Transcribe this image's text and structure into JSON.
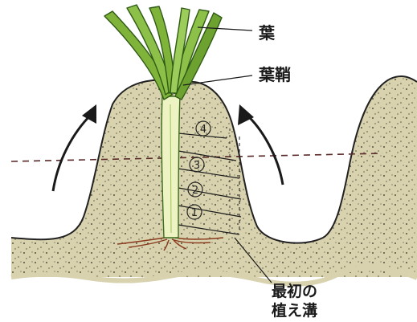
{
  "labels": {
    "leaf": "葉",
    "leaf_sheath": "葉鞘",
    "initial_trench_line1": "最初の",
    "initial_trench_line2": "植え溝"
  },
  "stages": [
    "1",
    "2",
    "3",
    "4"
  ],
  "colors": {
    "soil": "#d8d2ae",
    "soil_dots": "#3a3a2a",
    "soil_outline": "#222222",
    "leaf_green": "#7fb33a",
    "leaf_dark": "#3c6e1e",
    "stem": "#eef3c4",
    "arrow": "#1a1a1a",
    "roots": "#8a3a1e",
    "background": "#ffffff"
  }
}
